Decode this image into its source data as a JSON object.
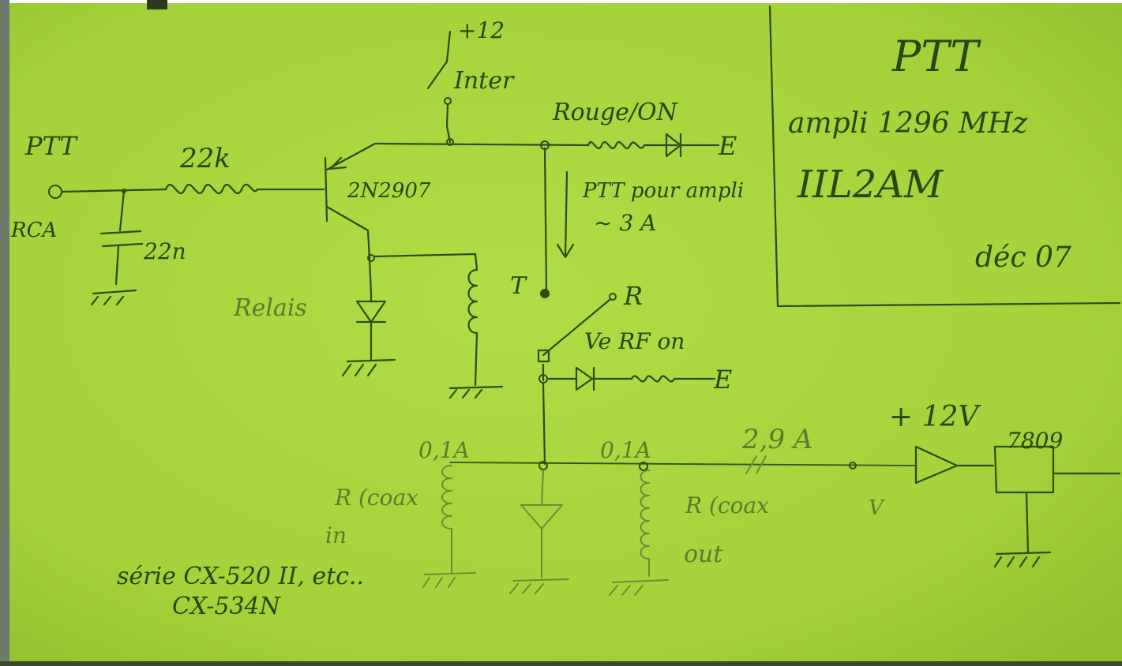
{
  "paper_color": "#a6d63c",
  "title_box": {
    "title": "PTT",
    "subtitle": "ampli 1296 MHz",
    "callsign": "IIL2AM",
    "date": "déc 07"
  },
  "labels": {
    "ptt_input": "PTT",
    "rca": "RCA",
    "r_22k": "22k",
    "c_22n": "22n",
    "supply_12": "+12",
    "inter": "Inter",
    "transistor": "2N2907",
    "led_label": "Rouge/ON",
    "led_e": "E",
    "ptt_note": "PTT pour ampli",
    "ptt_current": "~ 3 A",
    "relais": "Relais",
    "contact_t": "T",
    "contact_r": "R",
    "vert_rf": "Ve RF on",
    "led2_e": "E",
    "plus_12v": "+ 12V",
    "regulator": "7809",
    "left_cap": "0,1A",
    "mid_cap": "0,1A",
    "c29": "2,9 A",
    "r_coax_in": "R (coax",
    "in": "in",
    "r_coax_out": "R (coax",
    "out": "out",
    "series_line1": "série CX-520 II, etc..",
    "series_line2": "CX-534N",
    "v": "V"
  }
}
